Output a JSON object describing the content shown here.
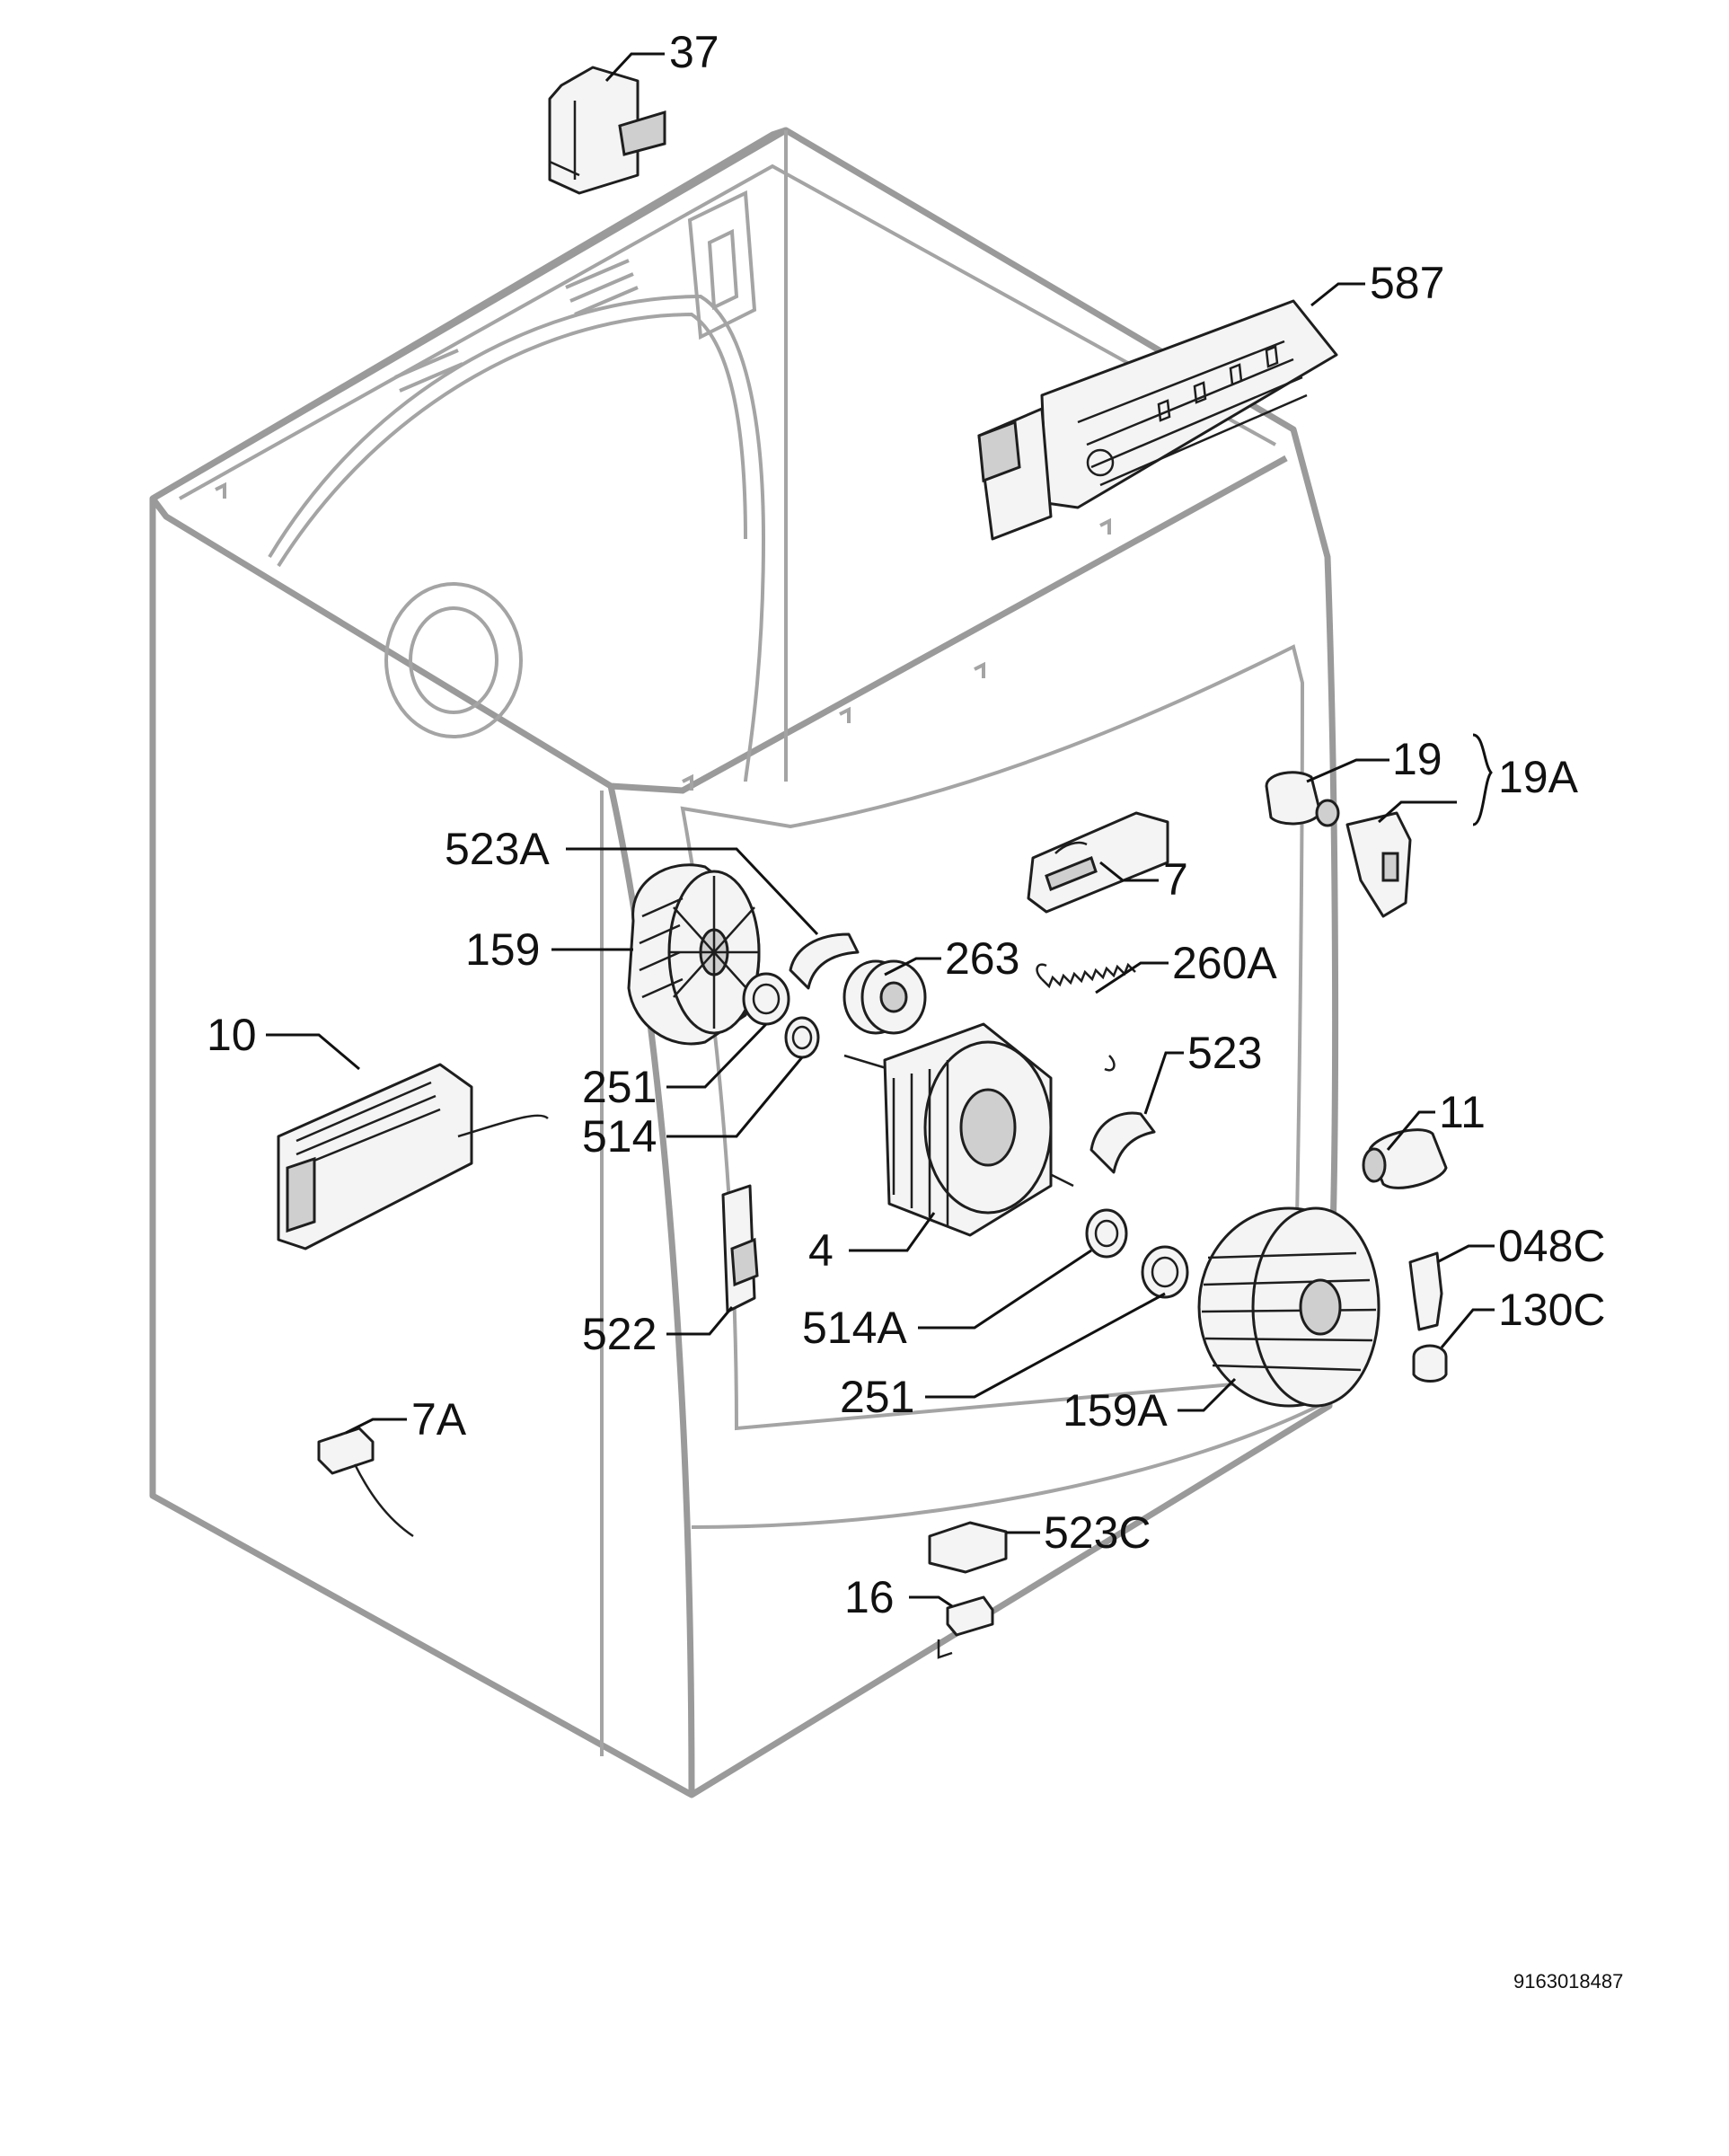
{
  "part_labels": {
    "p37": "37",
    "p587": "587",
    "p19": "19",
    "p19A": "19A",
    "p523A": "523A",
    "p7": "7",
    "p159": "159",
    "p263": "263",
    "p260A": "260A",
    "p10": "10",
    "p251_upper": "251",
    "p514": "514",
    "p523": "523",
    "p11": "11",
    "p4": "4",
    "p048C": "048C",
    "p522": "522",
    "p514A": "514A",
    "p130C": "130C",
    "p251_lower": "251",
    "p159A": "159A",
    "p7A": "7A",
    "p523C": "523C",
    "p16": "16"
  },
  "document_number": "9163018487"
}
